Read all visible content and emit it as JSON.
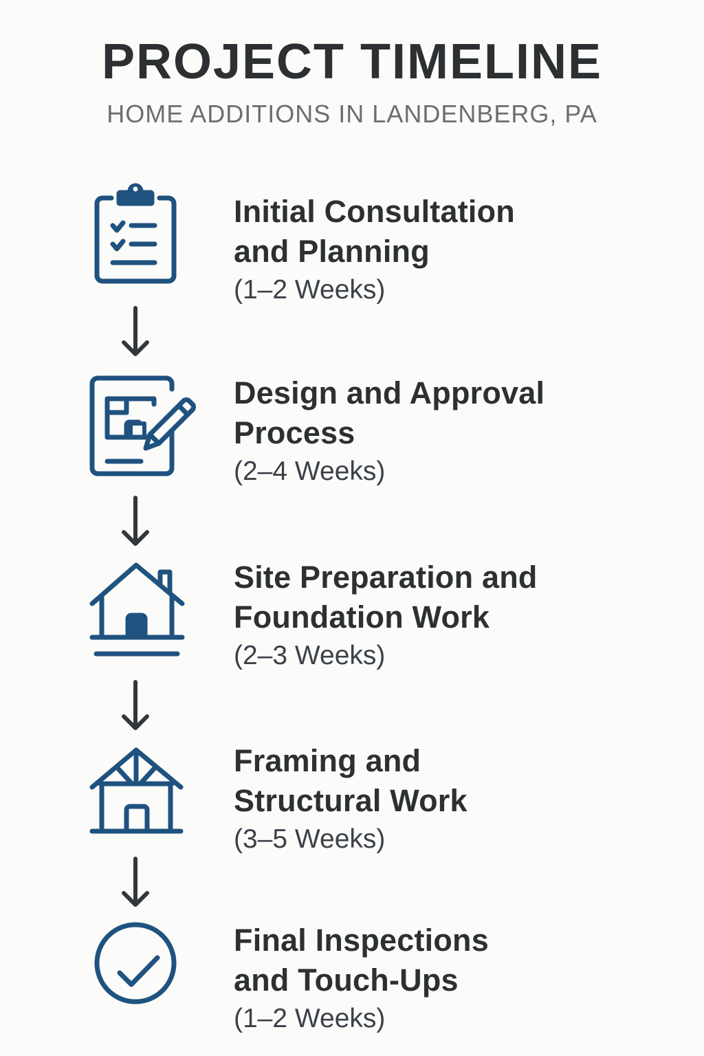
{
  "header": {
    "title": "PROJECT TIMELINE",
    "subtitle": "HOME ADDITIONS IN LANDENBERG, PA"
  },
  "colors": {
    "background": "#fbfbfa",
    "icon": "#1f527f",
    "title_text": "#2d3033",
    "subtitle_text": "#6b6e70",
    "arrow": "#33373a"
  },
  "steps": [
    {
      "icon": "clipboard-checklist-icon",
      "title_line1": "Initial Consultation",
      "title_line2": "and Planning",
      "duration": "(1–2 Weeks)"
    },
    {
      "icon": "blueprint-pencil-icon",
      "title_line1": "Design and Approval",
      "title_line2": "Process",
      "duration": "(2–4 Weeks)"
    },
    {
      "icon": "house-foundation-icon",
      "title_line1": "Site Preparation and",
      "title_line2": "Foundation Work",
      "duration": "(2–3 Weeks)"
    },
    {
      "icon": "house-framing-icon",
      "title_line1": "Framing and",
      "title_line2": "Structural Work",
      "duration": "(3–5 Weeks)"
    },
    {
      "icon": "check-circle-icon",
      "title_line1": "Final Inspections",
      "title_line2": "and Touch-Ups",
      "duration": "(1–2 Weeks)"
    }
  ],
  "connectors": [
    {
      "icon": "arrow-down-icon"
    },
    {
      "icon": "arrow-down-icon"
    },
    {
      "icon": "arrow-down-icon"
    },
    {
      "icon": "arrow-down-icon"
    }
  ]
}
